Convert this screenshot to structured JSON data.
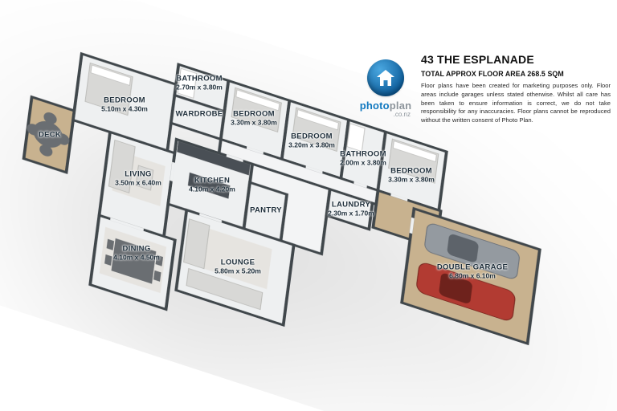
{
  "header": {
    "title": "43 THE ESPLANADE",
    "subtitle": "TOTAL APPROX FLOOR AREA 268.5 SQM",
    "disclaimer": "Floor plans have been created for marketing purposes only. Floor areas include garages unless stated otherwise. Whilst all care has been taken to ensure information is correct, we do not take responsibility for any inaccuracies. Floor plans cannot be reproduced without the written consent of Photo Plan."
  },
  "branding": {
    "logo_part1": "photo",
    "logo_part2": "plan",
    "domain": ".co.nz",
    "logo_icon": "house-icon"
  },
  "rooms": [
    {
      "id": "bathroom-rear",
      "name": "BATHROOM",
      "dims": "2.70m x 3.80m"
    },
    {
      "id": "wardrobe",
      "name": "WARDROBE",
      "dims": ""
    },
    {
      "id": "bedroom-1",
      "name": "BEDROOM",
      "dims": "5.10m x 4.30m"
    },
    {
      "id": "bedroom-2",
      "name": "BEDROOM",
      "dims": "3.30m x 3.80m"
    },
    {
      "id": "bedroom-3",
      "name": "BEDROOM",
      "dims": "3.20m x 3.80m"
    },
    {
      "id": "deck",
      "name": "DECK",
      "dims": ""
    },
    {
      "id": "living",
      "name": "LIVING",
      "dims": "3.50m x 6.40m"
    },
    {
      "id": "bathroom-2",
      "name": "BATHROOM",
      "dims": "2.00m x 3.80m"
    },
    {
      "id": "kitchen",
      "name": "KITCHEN",
      "dims": "4.10m x 4.20m"
    },
    {
      "id": "bedroom-4",
      "name": "BEDROOM",
      "dims": "3.30m x 3.80m"
    },
    {
      "id": "pantry",
      "name": "PANTRY",
      "dims": ""
    },
    {
      "id": "dining",
      "name": "DINING",
      "dims": "4.10m x 4.50m"
    },
    {
      "id": "laundry",
      "name": "LAUNDRY",
      "dims": "2.30m x 1.70m"
    },
    {
      "id": "lounge",
      "name": "LOUNGE",
      "dims": "5.80m x 5.20m"
    },
    {
      "id": "garage",
      "name": "DOUBLE GARAGE",
      "dims": "6.80m x 6.10m"
    }
  ],
  "colors": {
    "wall": "#41464c",
    "floor": "#eef0f1",
    "hallfloor": "#f3f4f5",
    "tan": "#c8b28f",
    "rug": "#e6e4e0",
    "furn": "#d8d8d6",
    "counter": "#4a4f55",
    "car_red": "#b23a31",
    "car_gray": "#949aa0",
    "logo_blue": "#1279c0",
    "label_text": "#20303c"
  }
}
